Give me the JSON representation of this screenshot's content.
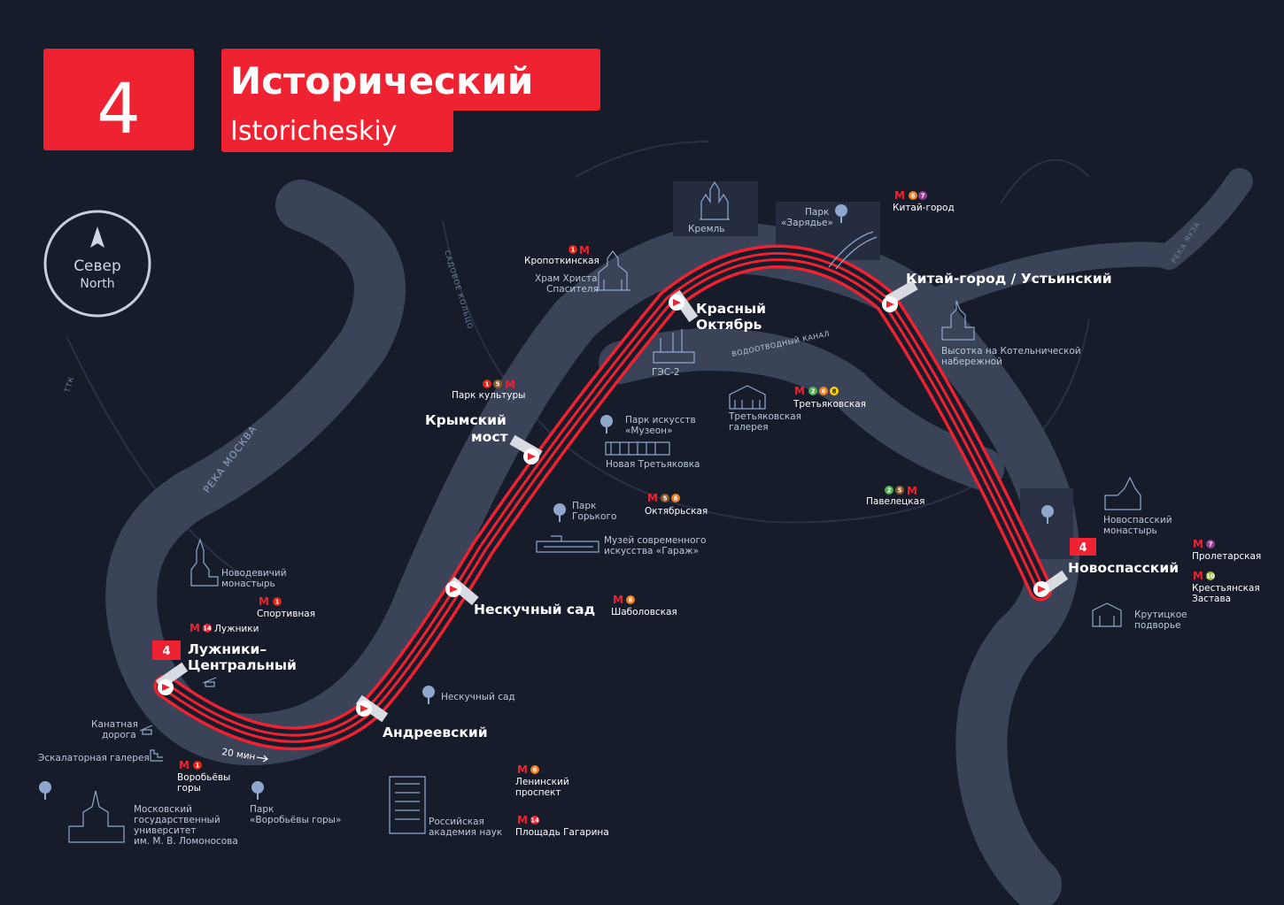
{
  "route": {
    "number": "4",
    "name_ru": "Исторический",
    "name_en": "Istoricheskiy",
    "accent": "#ef2231",
    "duration_label": "20 мин"
  },
  "compass": {
    "ru": "Север",
    "en": "North"
  },
  "water": {
    "river": "РЕКА МОСКВА",
    "yauza": "РЕКА ЯУЗА",
    "canal": "ВОДООТВОДНЫЙ КАНАЛ",
    "ring": "САДОВОЕ КОЛЬЦО",
    "ttk": "ТТК"
  },
  "stops": {
    "luzhniki": {
      "line1": "Лужники–",
      "line2": "Центральный"
    },
    "andreevsky": "Андреевский",
    "neskuchny": "Нескучный сад",
    "krymsky": {
      "line1": "Крымский",
      "line2": "мост"
    },
    "krasny": {
      "line1": "Красный",
      "line2": "Октябрь"
    },
    "kitay": "Китай-город / Устьинский",
    "novospassky": "Новоспасский"
  },
  "metro": {
    "kitay_gorod": {
      "label": "Китай-город",
      "lines": [
        "6",
        "7"
      ]
    },
    "kropotkinskaya": {
      "label": "Кропоткинская",
      "lines": [
        "1"
      ]
    },
    "park_kultury": {
      "label": "Парк культуры",
      "lines": [
        "1",
        "5"
      ]
    },
    "tretyakovskaya": {
      "label": "Третьяковская",
      "lines": [
        "2",
        "6",
        "8"
      ]
    },
    "oktyabrskaya": {
      "label": "Октябрьская",
      "lines": [
        "5",
        "6"
      ]
    },
    "paveletskaya": {
      "label": "Павелецкая",
      "lines": [
        "2",
        "5"
      ]
    },
    "shabolovskaya": {
      "label": "Шаболовская",
      "lines": [
        "6"
      ]
    },
    "sportivnaya": {
      "label": "Спортивная",
      "lines": [
        "1"
      ]
    },
    "luzhniki": {
      "label": "Лужники",
      "lines": [
        "14"
      ]
    },
    "vorobyovy": {
      "line1": "Воробьёвы",
      "line2": "горы",
      "lines": [
        "1"
      ]
    },
    "leninsky": {
      "line1": "Ленинский",
      "line2": "проспект",
      "lines": [
        "6"
      ]
    },
    "gagarina": {
      "label": "Площадь Гагарина",
      "lines": [
        "14"
      ]
    },
    "proletarskaya": {
      "label": "Пролетарская",
      "lines": [
        "7"
      ]
    },
    "krestyanskaya": {
      "line1": "Крестьянская",
      "line2": "Застава",
      "lines": [
        "10"
      ]
    }
  },
  "landmarks": {
    "kremlin": "Кремль",
    "zaryadye": {
      "line1": "Парк",
      "line2": "«Зарядье»"
    },
    "hram": {
      "line1": "Храм Христа",
      "line2": "Спасителя"
    },
    "ges": "ГЭС-2",
    "kotelnicheskaya": {
      "line1": "Высотка на Котельнической",
      "line2": "набережной"
    },
    "muzeon": {
      "line1": "Парк искусств",
      "line2": "«Музеон»"
    },
    "novaya_tretyakovka": "Новая Третьяковка",
    "tretyakovka": {
      "line1": "Третьяковская",
      "line2": "галерея"
    },
    "gorky_park": {
      "line1": "Парк",
      "line2": "Горького"
    },
    "garage": {
      "line1": "Музей современного",
      "line2": "искусства «Гараж»"
    },
    "novodevichy": {
      "line1": "Новодевичий",
      "line2": "монастырь"
    },
    "novospassky_mon": {
      "line1": "Новоспасский",
      "line2": "монастырь"
    },
    "krutitskoe": {
      "line1": "Крутицкое",
      "line2": "подворье"
    },
    "neskuchny_park": "Нескучный сад",
    "cable_car": {
      "line1": "Канатная",
      "line2": "дорога"
    },
    "escalator": "Эскалаторная галерея",
    "msu": {
      "line1": "Московский",
      "line2": "государственный",
      "line3": "университет",
      "line4": "им. М. В. Ломоносова"
    },
    "vorobyovy_park": {
      "line1": "Парк",
      "line2": "«Воробьёвы горы»"
    },
    "ras": {
      "line1": "Российская",
      "line2": "академия наук"
    }
  },
  "colors": {
    "background": "#171c2b",
    "river": "#3b4358",
    "route": "#ef2231",
    "metro_red": "#ef2231",
    "line_1": "#e42313",
    "line_2": "#4caf50",
    "line_5": "#8d5b2d",
    "line_6": "#f07e22",
    "line_7": "#943e90",
    "line_8": "#ffd200",
    "line_10": "#a2bd3a",
    "line_14": "#ef2231"
  }
}
